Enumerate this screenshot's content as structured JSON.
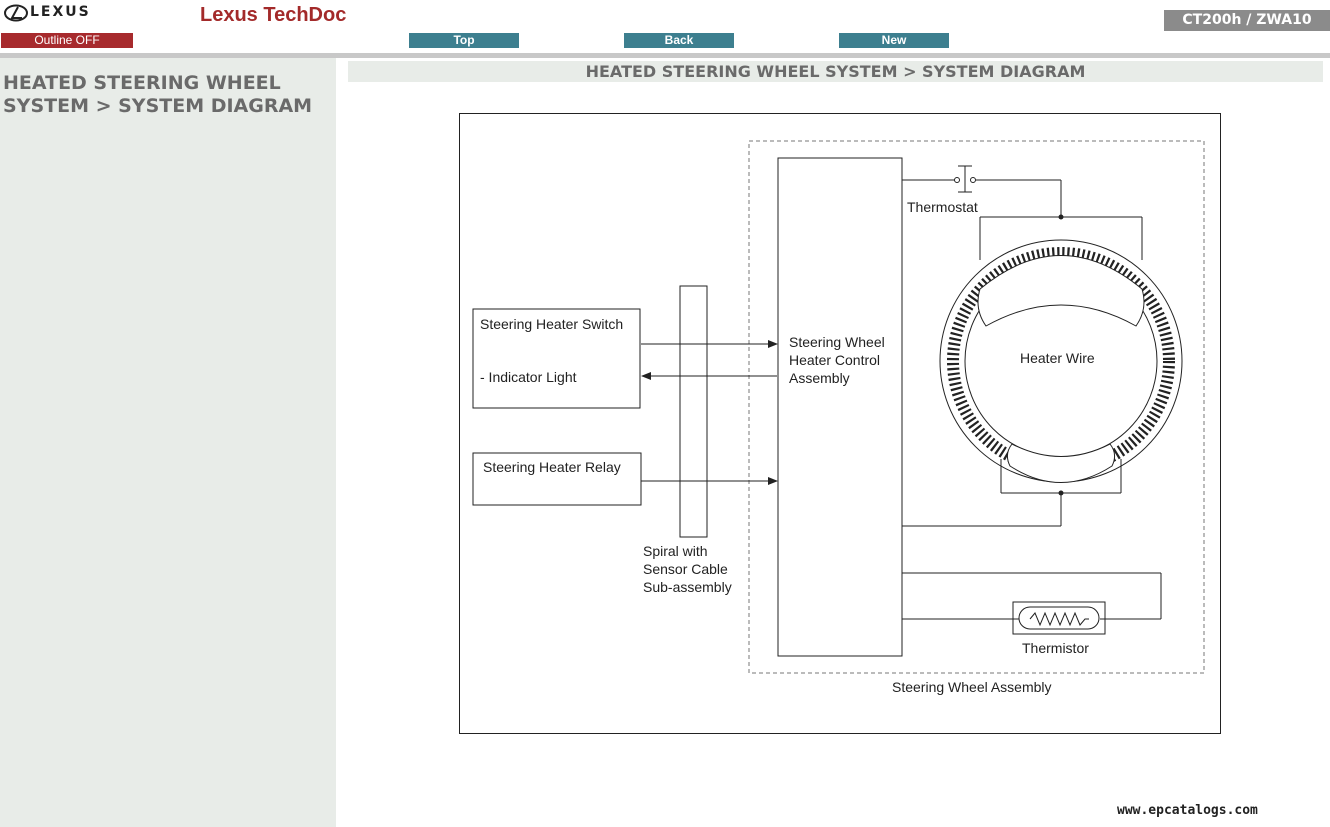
{
  "header": {
    "logo_text": "LEXUS",
    "app_title": "Lexus TechDoc",
    "model": "CT200h / ZWA10",
    "buttons": {
      "outline": "Outline OFF",
      "top": "Top",
      "back": "Back",
      "new": "New"
    }
  },
  "sidebar": {
    "title": "HEATED STEERING WHEEL SYSTEM > SYSTEM DIAGRAM"
  },
  "main": {
    "heading": "HEATED STEERING WHEEL SYSTEM > SYSTEM DIAGRAM"
  },
  "diagram": {
    "switch_label": "Steering Heater Switch",
    "indicator_label": "- Indicator Light",
    "relay_label": "Steering Heater Relay",
    "spiral_label": [
      "Spiral with",
      "Sensor Cable",
      "Sub-assembly"
    ],
    "control_label": [
      "Steering Wheel",
      "Heater Control",
      "Assembly"
    ],
    "thermostat_label": "Thermostat",
    "heater_wire_label": "Heater Wire",
    "thermistor_label": "Thermistor",
    "assembly_label": "Steering Wheel Assembly"
  },
  "watermark": "www.epcatalogs.com",
  "colors": {
    "brand_red": "#a32a2a",
    "outline_button": "#a72a2d",
    "nav_button": "#3d7f8f",
    "model_badge": "#8b8b8b",
    "sidebar_bg": "#e8ece8"
  }
}
